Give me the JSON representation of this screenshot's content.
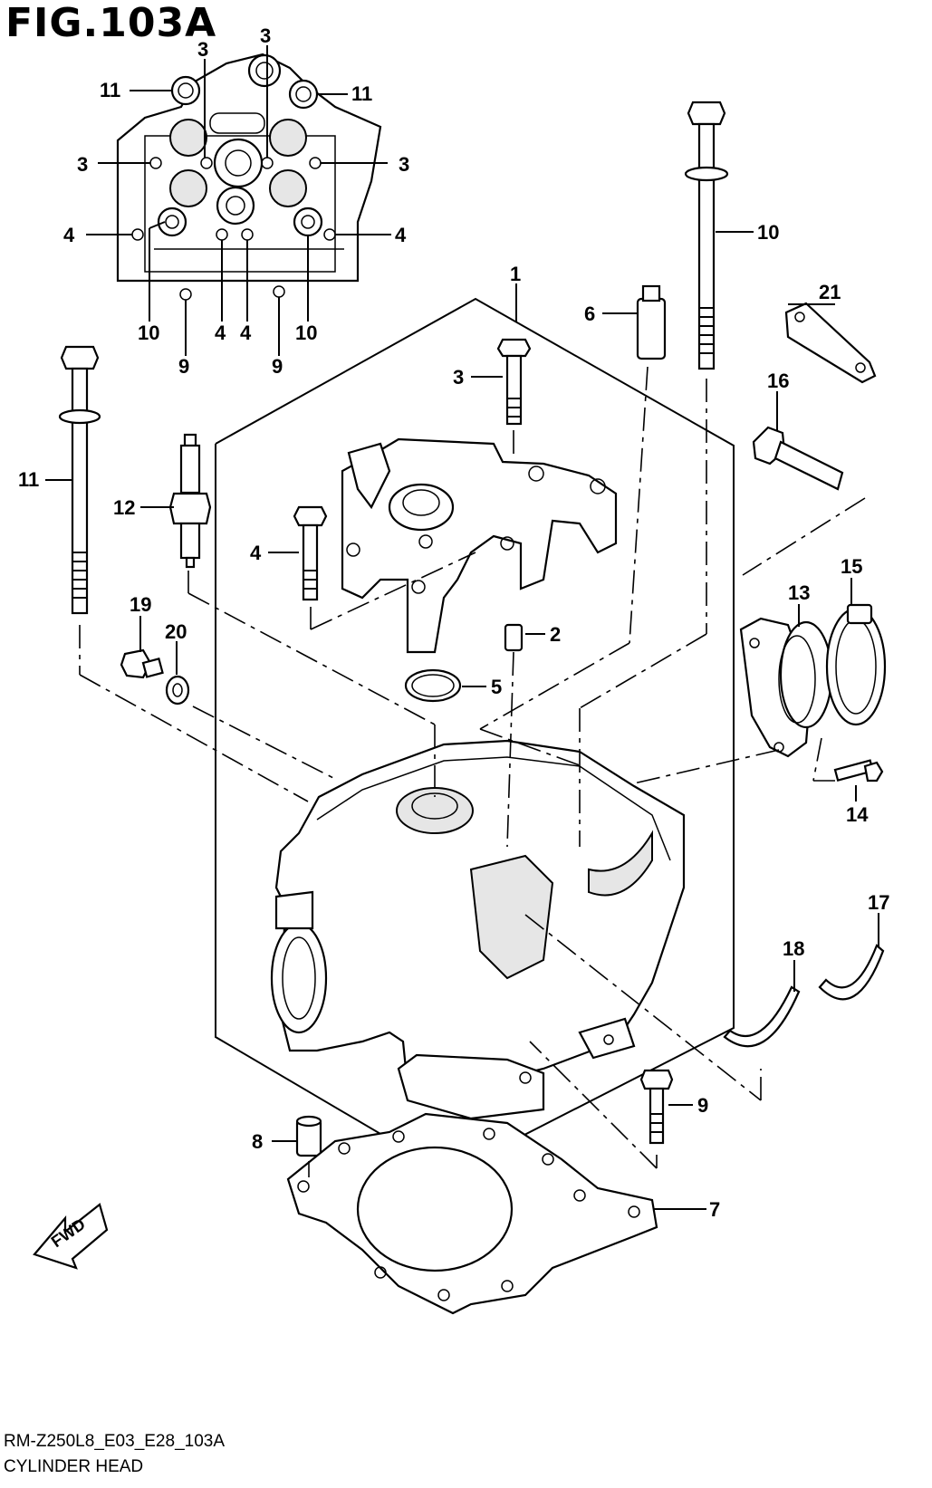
{
  "figure": {
    "title": "FIG.103A",
    "model_code": "RM-Z250L8_E03_E28_103A",
    "section_name": "CYLINDER HEAD"
  },
  "fwd_label": "FWD",
  "callouts": {
    "c1": "1",
    "c2": "2",
    "c3_main": "3",
    "c3_a": "3",
    "c3_b": "3",
    "c3_c": "3",
    "c3_d": "3",
    "c4_main": "4",
    "c4_a": "4",
    "c4_b": "4",
    "c4_c": "4",
    "c4_d": "4",
    "c5": "5",
    "c6": "6",
    "c7": "7",
    "c8": "8",
    "c9_main": "9",
    "c9_a": "9",
    "c9_b": "9",
    "c10_main": "10",
    "c10_a": "10",
    "c10_b": "10",
    "c11_main": "11",
    "c11_a": "11",
    "c11_b": "11",
    "c12": "12",
    "c13": "13",
    "c14": "14",
    "c15": "15",
    "c16": "16",
    "c17": "17",
    "c18": "18",
    "c19": "19",
    "c20": "20",
    "c21": "21"
  },
  "colors": {
    "line": "#000000",
    "fill": "#ffffff",
    "shade": "#e6e6e6"
  }
}
